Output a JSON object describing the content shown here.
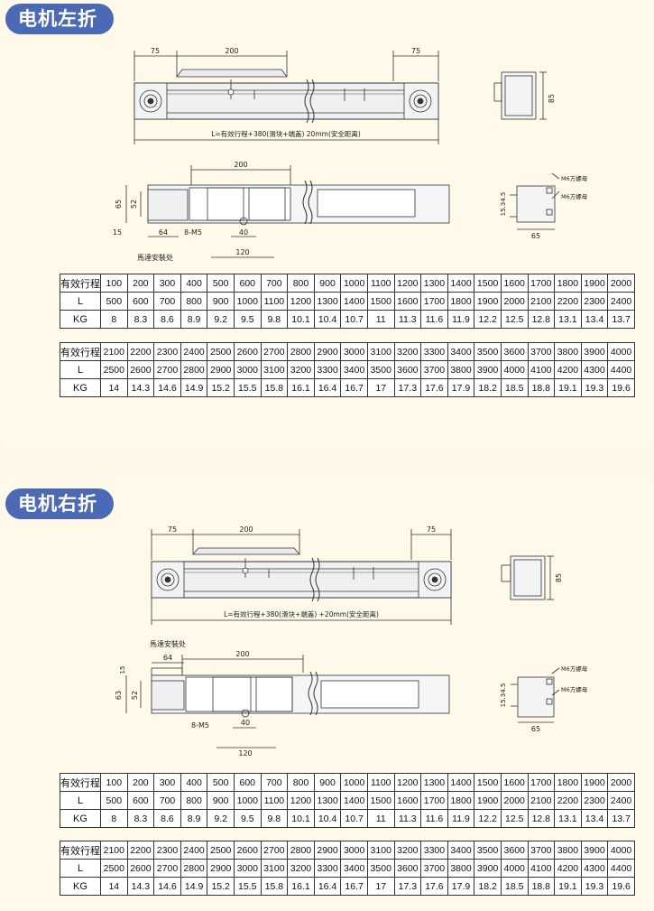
{
  "sections": [
    {
      "title": "电机左折",
      "dims": {
        "top_left": "75",
        "top_mid": "200",
        "top_right": "75",
        "length_note": "L=有效行程+380(滑块+端盖) 20mm(安全距离)",
        "side_height": "85",
        "plan_200": "200",
        "plan_65": "65",
        "plan_52": "52",
        "plan_15": "15",
        "plan_64": "64",
        "plan_8m5": "8-M5",
        "plan_40": "40",
        "plan_120": "120",
        "motor_mount": "馬達安裝处",
        "end_m6_a": "M6方螺母",
        "end_m6_b": "M6方螺母",
        "end_h": "15.34.5",
        "end_w": "65"
      },
      "tables": [
        {
          "rows": [
            {
              "label": "有效行程",
              "cells": [
                "100",
                "200",
                "300",
                "400",
                "500",
                "600",
                "700",
                "800",
                "900",
                "1000",
                "1100",
                "1200",
                "1300",
                "1400",
                "1500",
                "1600",
                "1700",
                "1800",
                "1900",
                "2000"
              ]
            },
            {
              "label": "L",
              "cells": [
                "500",
                "600",
                "700",
                "800",
                "900",
                "1000",
                "1100",
                "1200",
                "1300",
                "1400",
                "1500",
                "1600",
                "1700",
                "1800",
                "1900",
                "2000",
                "2100",
                "2200",
                "2300",
                "2400"
              ]
            },
            {
              "label": "KG",
              "cells": [
                "8",
                "8.3",
                "8.6",
                "8.9",
                "9.2",
                "9.5",
                "9.8",
                "10.1",
                "10.4",
                "10.7",
                "11",
                "11.3",
                "11.6",
                "11.9",
                "12.2",
                "12.5",
                "12.8",
                "13.1",
                "13.4",
                "13.7"
              ]
            }
          ]
        },
        {
          "rows": [
            {
              "label": "有效行程",
              "cells": [
                "2100",
                "2200",
                "2300",
                "2400",
                "2500",
                "2600",
                "2700",
                "2800",
                "2900",
                "3000",
                "3100",
                "3200",
                "3300",
                "3400",
                "3500",
                "3600",
                "3700",
                "3800",
                "3900",
                "4000"
              ]
            },
            {
              "label": "L",
              "cells": [
                "2500",
                "2600",
                "2700",
                "2800",
                "2900",
                "3000",
                "3100",
                "3200",
                "3300",
                "3400",
                "3500",
                "3600",
                "3700",
                "3800",
                "3900",
                "4000",
                "4100",
                "4200",
                "4300",
                "4400"
              ]
            },
            {
              "label": "KG",
              "cells": [
                "14",
                "14.3",
                "14.6",
                "14.9",
                "15.2",
                "15.5",
                "15.8",
                "16.1",
                "16.4",
                "16.7",
                "17",
                "17.3",
                "17.6",
                "17.9",
                "18.2",
                "18.5",
                "18.8",
                "19.1",
                "19.3",
                "19.6"
              ]
            }
          ]
        }
      ]
    },
    {
      "title": "电机右折",
      "dims": {
        "top_left": "75",
        "top_mid": "200",
        "top_right": "75",
        "length_note": "L=有效行程+380(滑块+端盖) +20mm(安全距离)",
        "side_height": "85",
        "plan_200": "200",
        "plan_65": "63",
        "plan_52": "52",
        "plan_15": "15",
        "plan_64": "64",
        "plan_8m5": "8-M5",
        "plan_40": "40",
        "plan_120": "120",
        "motor_mount": "馬達安裝处",
        "end_m6_a": "M6方螺母",
        "end_m6_b": "M6方螺母",
        "end_h": "15.34.5",
        "end_w": "65"
      },
      "tables": [
        {
          "rows": [
            {
              "label": "有效行程",
              "cells": [
                "100",
                "200",
                "300",
                "400",
                "500",
                "600",
                "700",
                "800",
                "900",
                "1000",
                "1100",
                "1200",
                "1300",
                "1400",
                "1500",
                "1600",
                "1700",
                "1800",
                "1900",
                "2000"
              ]
            },
            {
              "label": "L",
              "cells": [
                "500",
                "600",
                "700",
                "800",
                "900",
                "1000",
                "1100",
                "1200",
                "1300",
                "1400",
                "1500",
                "1600",
                "1700",
                "1800",
                "1900",
                "2000",
                "2100",
                "2200",
                "2300",
                "2400"
              ]
            },
            {
              "label": "KG",
              "cells": [
                "8",
                "8.3",
                "8.6",
                "8.9",
                "9.2",
                "9.5",
                "9.8",
                "10.1",
                "10.4",
                "10.7",
                "11",
                "11.3",
                "11.6",
                "11.9",
                "12.2",
                "12.5",
                "12.8",
                "13.1",
                "13.4",
                "13.7"
              ]
            }
          ]
        },
        {
          "rows": [
            {
              "label": "有效行程",
              "cells": [
                "2100",
                "2200",
                "2300",
                "2400",
                "2500",
                "2600",
                "2700",
                "2800",
                "2900",
                "3000",
                "3100",
                "3200",
                "3300",
                "3400",
                "3500",
                "3600",
                "3700",
                "3800",
                "3900",
                "4000"
              ]
            },
            {
              "label": "L",
              "cells": [
                "2500",
                "2600",
                "2700",
                "2800",
                "2900",
                "3000",
                "3100",
                "3200",
                "3300",
                "3400",
                "3500",
                "3600",
                "3700",
                "3800",
                "3900",
                "4000",
                "4100",
                "4200",
                "4300",
                "4400"
              ]
            },
            {
              "label": "KG",
              "cells": [
                "14",
                "14.3",
                "14.6",
                "14.9",
                "15.2",
                "15.5",
                "15.8",
                "16.1",
                "16.4",
                "16.7",
                "17",
                "17.3",
                "17.6",
                "17.9",
                "18.2",
                "18.5",
                "18.8",
                "19.1",
                "19.3",
                "19.6"
              ]
            }
          ]
        }
      ]
    }
  ]
}
